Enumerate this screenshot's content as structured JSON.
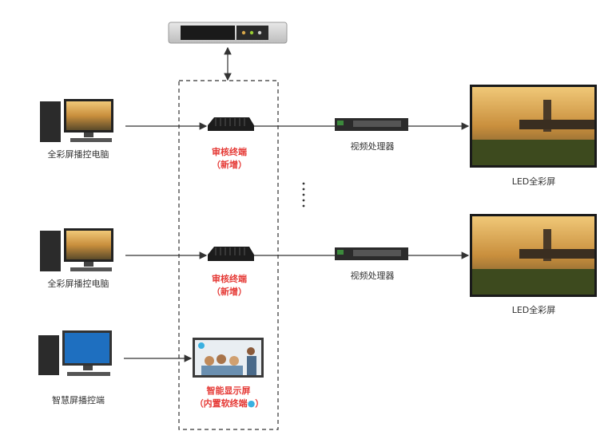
{
  "colors": {
    "line": "#333333",
    "terminal_label": "#e53935",
    "screen_sky": "#d9a85a",
    "monitor_blue": "#1e6fc0"
  },
  "icons": {
    "server": "rack-server-icon",
    "pc": "desktop-computer-icon",
    "terminal": "audit-terminal-box-icon",
    "processor": "video-processor-icon",
    "led": "led-fullcolor-screen-icon",
    "smart_pc": "smart-screen-controller-icon",
    "smart_display": "smart-display-icon"
  },
  "labels": {
    "pc1": "全彩屏播控电脑",
    "pc2": "全彩屏播控电脑",
    "pc3": "智慧屏播控端",
    "terminal1_line1": "审核终端",
    "terminal1_line2": "（新增）",
    "terminal2_line1": "审核终端",
    "terminal2_line2": "（新增）",
    "processor1": "视频处理器",
    "processor2": "视频处理器",
    "led1": "LED全彩屏",
    "led2": "LED全彩屏",
    "smart_line1": "智能显示屏",
    "smart_line2": "（内置软终端",
    "smart_line2_end": "）"
  }
}
